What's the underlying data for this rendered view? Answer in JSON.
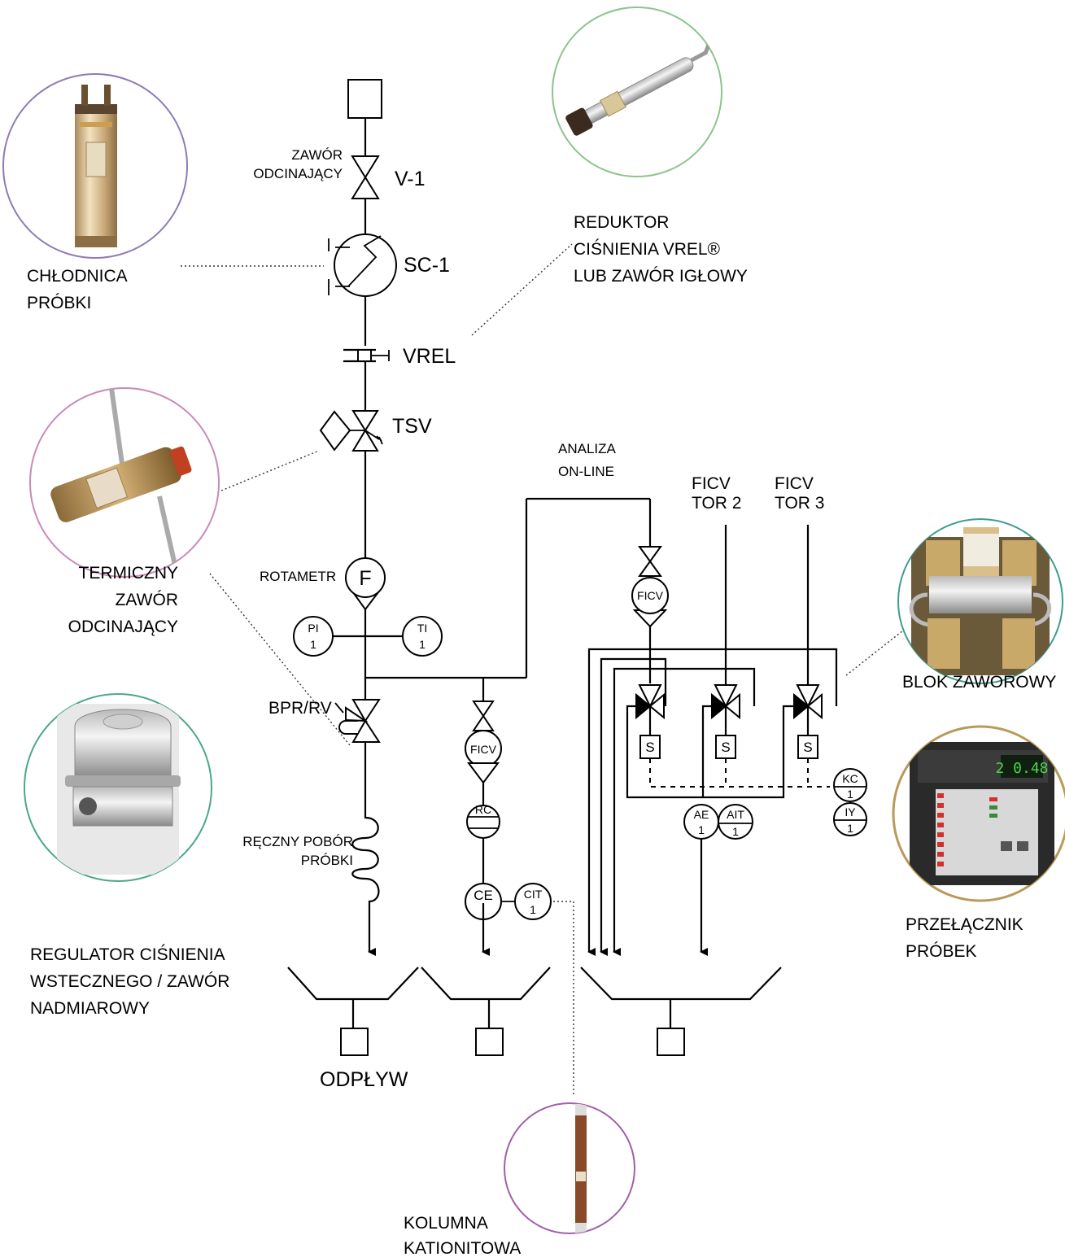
{
  "labels": {
    "isolation_valve_line1": "ZAWÓR",
    "isolation_valve_line2": "ODCINAJĄCY",
    "v1": "V-1",
    "sc1": "SC-1",
    "vrel": "VREL",
    "tsv": "TSV",
    "rotametr": "ROTAMETR",
    "bpr_rv": "BPR/RV",
    "manual_sampling_line1": "RĘCZNY POBÓR",
    "manual_sampling_line2": "PRÓBKI",
    "online_analysis_line1": "ANALIZA",
    "online_analysis_line2": "ON-LINE",
    "ficv_tor2_line1": "FICV",
    "ficv_tor2_line2": "TOR 2",
    "ficv_tor3_line1": "FICV",
    "ficv_tor3_line2": "TOR 3",
    "drain": "ODPŁYW"
  },
  "instruments": {
    "f": "F",
    "pi_tag": "PI",
    "pi_num": "1",
    "ti_tag": "TI",
    "ti_num": "1",
    "ficv_online": "FICV",
    "ficv_lower": "FICV",
    "rc": "RC",
    "ce": "CE",
    "cit_tag": "CIT",
    "cit_num": "1",
    "s": "S",
    "ae_tag": "AE",
    "ae_num": "1",
    "ait_tag": "AIT",
    "ait_num": "1",
    "kc_tag": "KC",
    "kc_num": "1",
    "iy_tag": "IY",
    "iy_num": "1"
  },
  "callouts": {
    "cooler_line1": "CHŁODNICA",
    "cooler_line2": "PRÓBKI",
    "reducer_line1": "REDUKTOR",
    "reducer_line2": "CIŚNIENIA VREL®",
    "reducer_line3": "LUB ZAWÓR IGŁOWY",
    "thermal_line1": "TERMICZNY",
    "thermal_line2": "ZAWÓR",
    "thermal_line3": "ODCINAJĄCY",
    "block_valve": "BLOK ZAWOROWY",
    "regulator_line1": "REGULATOR CIŚNIENIA",
    "regulator_line2": "WSTECZNEGO / ZAWÓR",
    "regulator_line3": "NADMIAROWY",
    "switch_line1": "PRZEŁĄCZNIK",
    "switch_line2": "PRÓBEK",
    "cation_line1": "KOLUMNA",
    "cation_line2": "KATIONITOWA"
  },
  "sequencer_display": "2 0.48",
  "colors": {
    "cooler_ring": "#8e7bb5",
    "reducer_ring": "#8cc48c",
    "thermal_ring": "#c98bb5",
    "block_ring": "#3f9d8f",
    "regulator_ring": "#4aa88a",
    "switch_ring": "#b89a5a",
    "cation_ring": "#a05fa8"
  }
}
